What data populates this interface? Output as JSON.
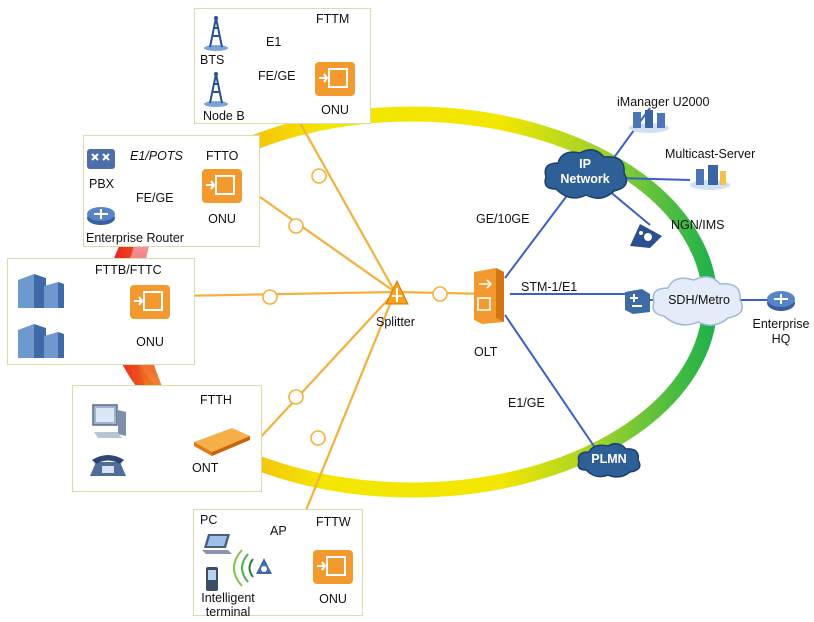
{
  "ring_colors": {
    "green": "#22b14c",
    "yellow": "#f3e600",
    "orange": "#f6a21a",
    "red": "#e8231f",
    "pink": "#f7c6d0"
  },
  "fiber_color": "#f3b13b",
  "link_color": "#3a5fc8",
  "device_color": "#f39a2e",
  "fttm": {
    "title": "FTTM",
    "bts": "BTS",
    "node_b": "Node B",
    "e1": "E1",
    "fe_ge": "FE/GE",
    "onu": "ONU"
  },
  "ftto": {
    "title": "FTTO",
    "pbx": "PBX",
    "e1_pots": "E1/POTS",
    "fe_ge": "FE/GE",
    "onu": "ONU",
    "router": "Enterprise Router"
  },
  "fttb": {
    "title": "FTTB/FTTC",
    "onu": "ONU"
  },
  "ftth": {
    "title": "FTTH",
    "ont": "ONT"
  },
  "fttw": {
    "title": "FTTW",
    "pc": "PC",
    "ap": "AP",
    "onu": "ONU",
    "terminal_line1": "Intelligent",
    "terminal_line2": "terminal"
  },
  "center": {
    "splitter": "Splitter",
    "olt": "OLT"
  },
  "links": {
    "ge_10ge": "GE/10GE",
    "stm1_e1": "STM-1/E1",
    "e1_ge": "E1/GE"
  },
  "networks": {
    "ip_line1": "IP",
    "ip_line2": "Network",
    "sdh": "SDH/Metro",
    "plmn": "PLMN",
    "ngn": "NGN/IMS"
  },
  "servers": {
    "imanager": "iManager U2000",
    "multicast": "Multicast-Server"
  },
  "enterprise_hq": {
    "line1": "Enterprise",
    "line2": "HQ"
  }
}
